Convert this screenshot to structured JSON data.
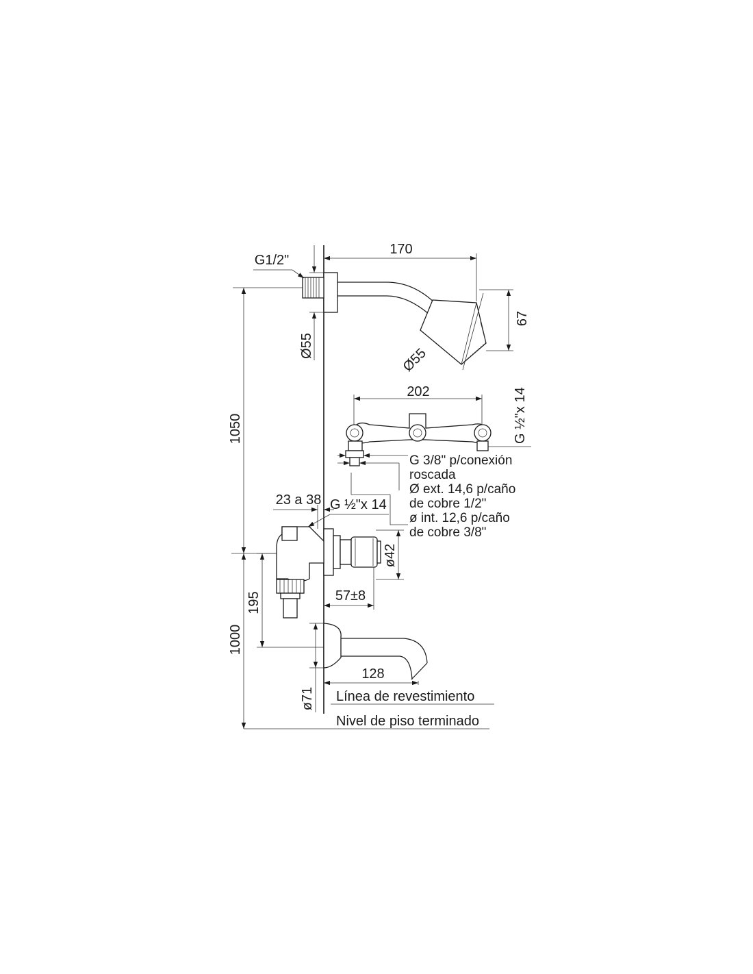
{
  "dimensions": {
    "arm_length": "170",
    "thread_inlet": "G1/2\"",
    "flange_diameter": "Ø55",
    "head_height": "67",
    "head_diameter": "Ø55",
    "total_height": "1050",
    "valve_spacing": "202",
    "valve_thread": "G ½\"x 14",
    "wall_depth_range": "23 a 38",
    "valve_outlet_thread": "G ½\"x 14",
    "handle_diameter": "ø42",
    "handle_projection": "57±8",
    "spout_offset": "195",
    "spout_height": "1000",
    "spout_length": "128",
    "spout_flange": "ø71"
  },
  "notes": [
    "G 3/8\" p/conexión",
    "roscada",
    "Ø ext. 14,6 p/caño",
    "de cobre 1/2\"",
    "ø int. 12,6 p/caño",
    "de cobre 3/8\""
  ],
  "labels": {
    "wall_line": "Línea de revestimiento",
    "floor_line": "Nivel de piso terminado"
  }
}
